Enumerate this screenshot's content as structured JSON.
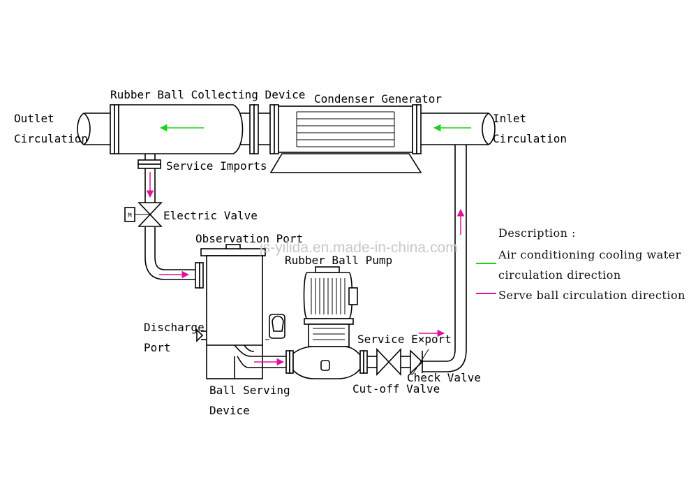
{
  "labels": {
    "outlet_line1": "Outlet",
    "outlet_line2": "Circulation",
    "rubber_ball_collecting_device": "Rubber Ball Collecting Device",
    "condenser_generator": "Condenser Generator",
    "inlet_line1": "Inlet",
    "inlet_line2": "Circulation",
    "service_imports": "Service Imports",
    "electric_valve": "Electric Valve",
    "observation_port": "Observation Port",
    "rubber_ball_pump": "Rubber Ball Pump",
    "discharge_line1": "Discharge",
    "discharge_line2": "Port",
    "service_export": "Service E×port",
    "check_valve": "Check Valve",
    "cutoff_valve": "Cut-off Valve",
    "ball_serving_line1": "Ball Serving",
    "ball_serving_line2": "Device",
    "electric_valve_symbol": "M"
  },
  "legend": {
    "title": "Description :",
    "green_line1": "Air conditioning cooling water",
    "green_line2": "circulation direction",
    "magenta_line1": "Serve ball circulation direction"
  },
  "watermark": "js-yilida.en.made-in-china.com",
  "colors": {
    "cooling_water": "#19d219",
    "ball_circulation": "#e0109c",
    "line": "#000000"
  }
}
